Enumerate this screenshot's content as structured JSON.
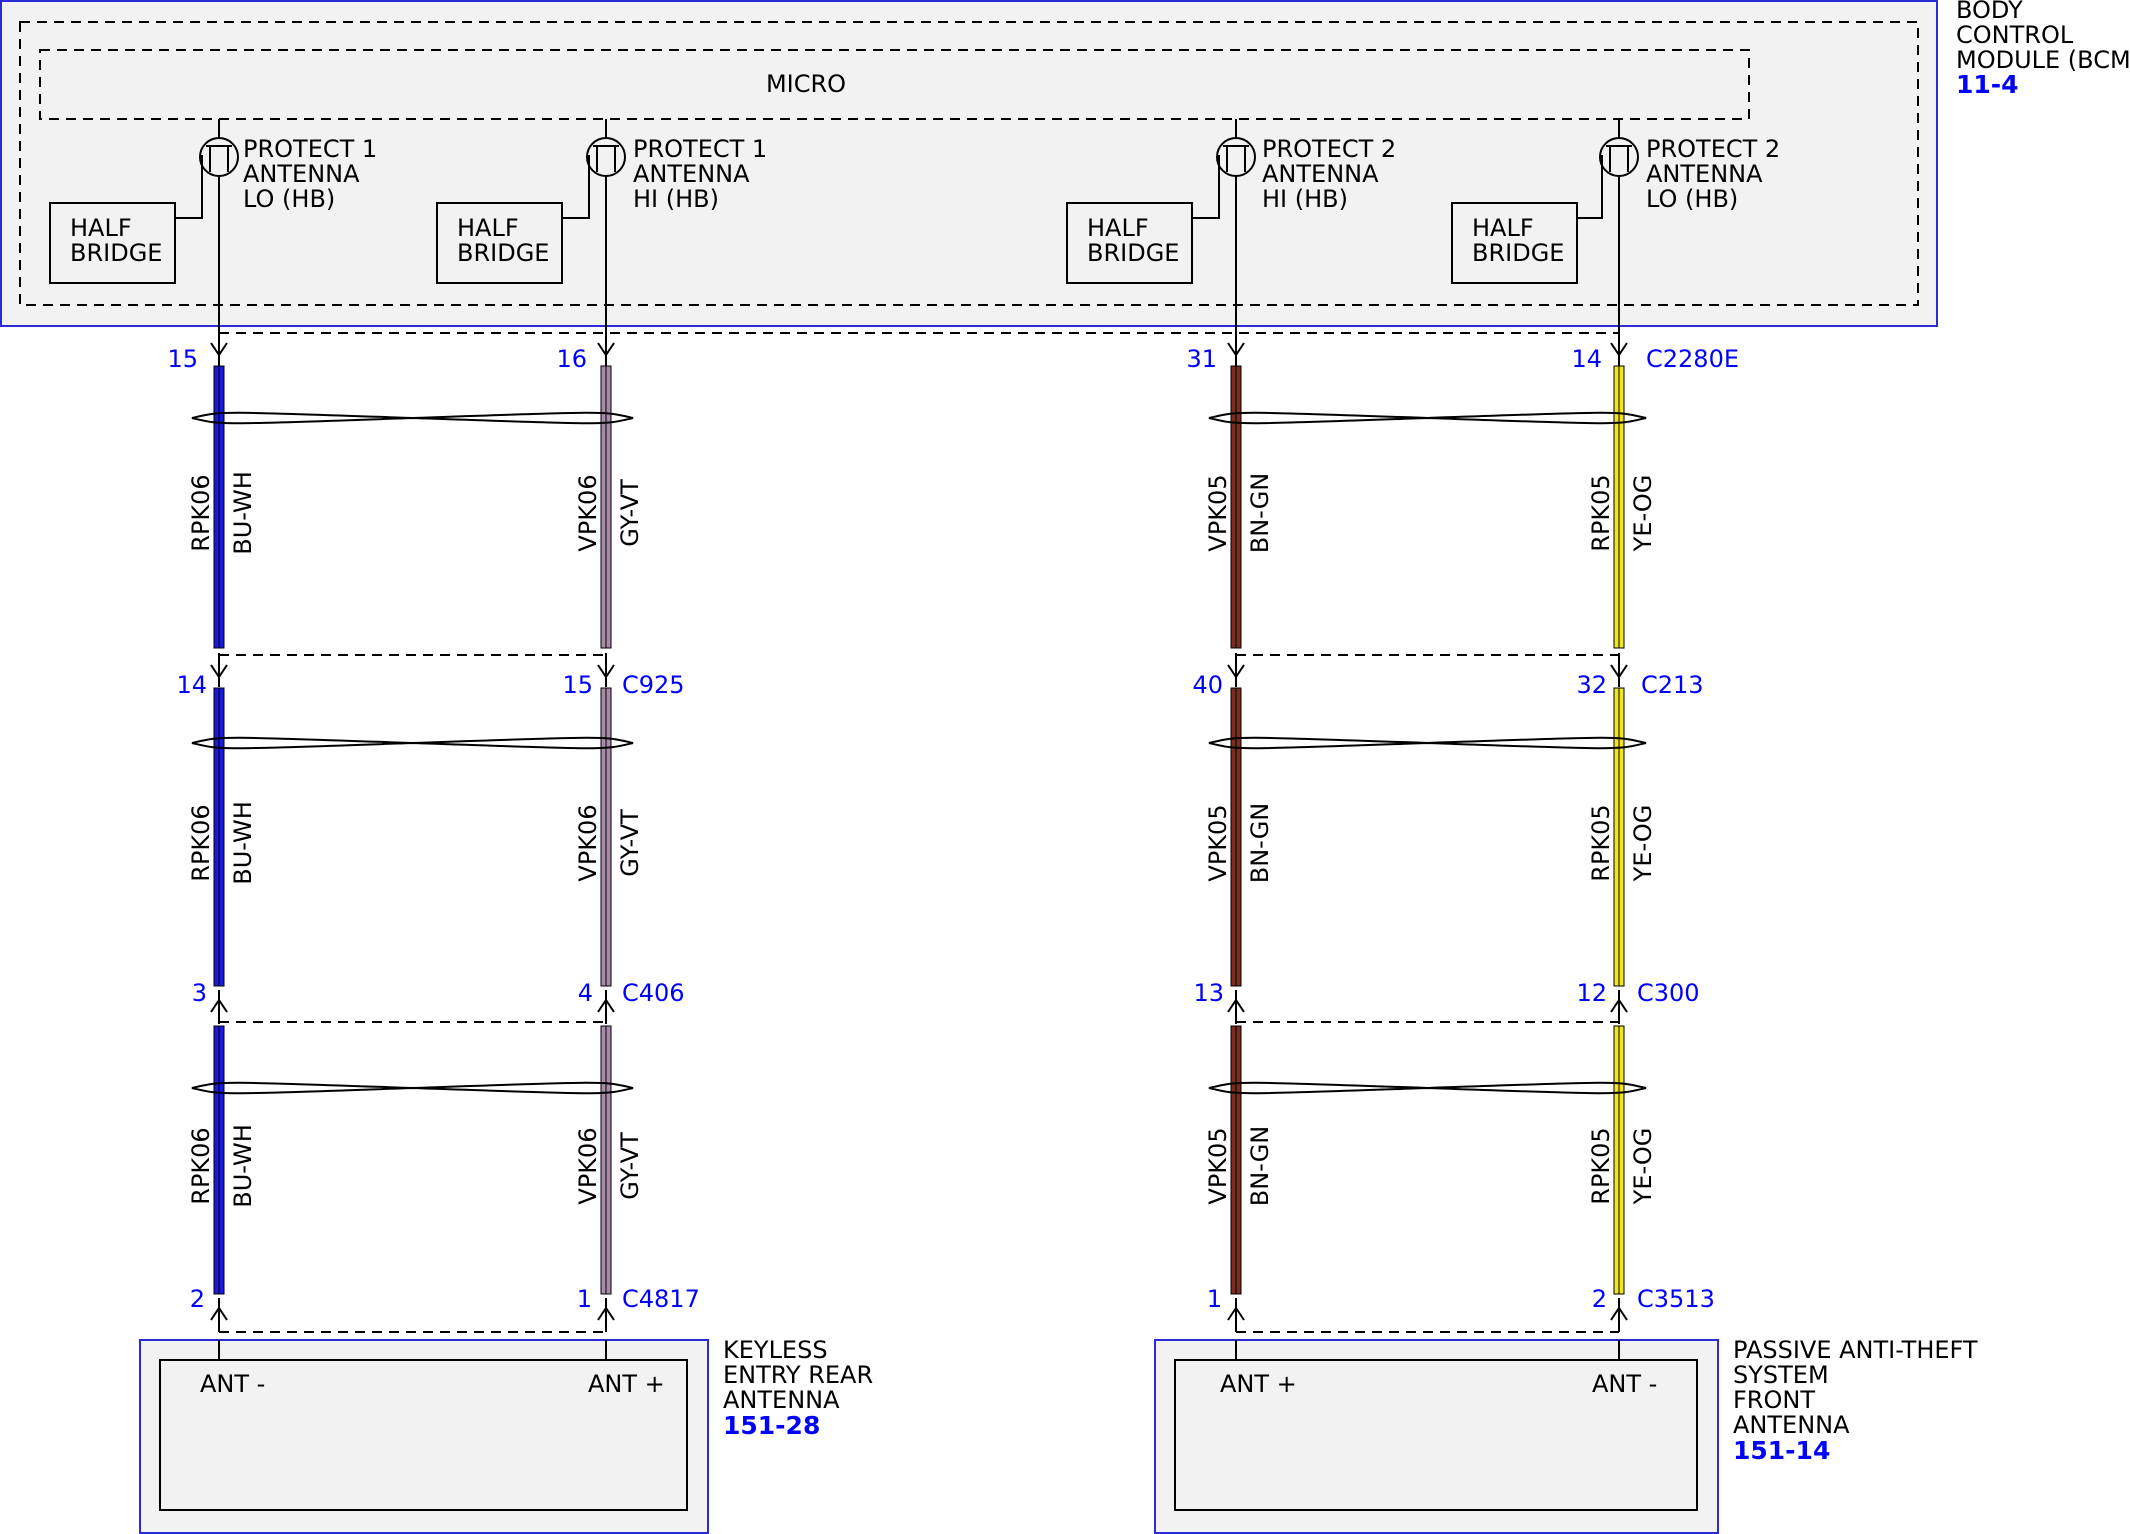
{
  "bcm": {
    "title": [
      "BODY",
      "CONTROL",
      "MODULE (BCM)"
    ],
    "ref": "11-4",
    "micro": "MICRO",
    "half_bridge": [
      "HALF",
      "BRIDGE"
    ]
  },
  "channels": [
    {
      "protect": [
        "PROTECT 1",
        "ANTENNA",
        "LO (HB)"
      ],
      "circuit": "RPK06",
      "wire_color": "BU-WH",
      "stroke": "#1a1adf",
      "pins": [
        "15",
        "14",
        "3",
        "2"
      ],
      "terminal": "ANT -"
    },
    {
      "protect": [
        "PROTECT 1",
        "ANTENNA",
        "HI (HB)"
      ],
      "circuit": "VPK06",
      "wire_color": "GY-VT",
      "stroke": "#a98aa8",
      "pins": [
        "16",
        "15",
        "4",
        "1"
      ],
      "terminal": "ANT +"
    },
    {
      "protect": [
        "PROTECT 2",
        "ANTENNA",
        "HI (HB)"
      ],
      "circuit": "VPK05",
      "wire_color": "BN-GN",
      "stroke": "#7b2b20",
      "pins": [
        "31",
        "40",
        "13",
        "1"
      ],
      "terminal": "ANT +"
    },
    {
      "protect": [
        "PROTECT 2",
        "ANTENNA",
        "LO (HB)"
      ],
      "circuit": "RPK05",
      "wire_color": "YE-OG",
      "stroke": "#f0e620",
      "pins": [
        "14",
        "32",
        "12",
        "2"
      ],
      "terminal": "ANT -"
    }
  ],
  "connectors": [
    "C2280E",
    "C925",
    "C213",
    "C406",
    "C300",
    "C4817",
    "C3513"
  ],
  "components": [
    {
      "name": [
        "KEYLESS",
        "ENTRY REAR",
        "ANTENNA"
      ],
      "ref": "151-28"
    },
    {
      "name": [
        "PASSIVE ANTI-THEFT",
        "SYSTEM",
        "FRONT",
        "ANTENNA"
      ],
      "ref": "151-14"
    }
  ],
  "colors": {
    "module_border": "#2a2ad8",
    "module_fill": "#f2f2f2",
    "pin_text": "#0000ff"
  }
}
